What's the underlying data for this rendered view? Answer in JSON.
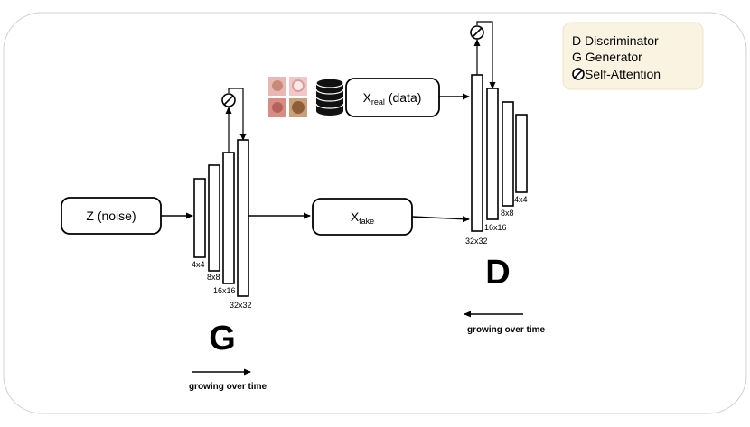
{
  "legend": {
    "discriminator": "D Discriminator",
    "generator": "G Generator",
    "self_attention": "Self-Attention"
  },
  "generator": {
    "input": "Z (noise)",
    "letter": "G",
    "resolutions": [
      "4x4",
      "8x8",
      "16x16",
      "32x32"
    ],
    "growing": "growing over time"
  },
  "fake": {
    "base": "X",
    "sub": "fake"
  },
  "real": {
    "base": "X",
    "sub": "real",
    "suffix": " (data)"
  },
  "discriminator": {
    "letter": "D",
    "resolutions": [
      "32x32",
      "16x16",
      "8x8",
      "4x4"
    ],
    "growing": "growing over time"
  },
  "colors": {
    "panel_border": "#d0d0d0",
    "legend_bg": "#fbf3e2",
    "legend_border": "#efe3c6",
    "stroke": "#000000",
    "sample_pink": "#e8b9b4",
    "sample_tan": "#b8875a"
  }
}
